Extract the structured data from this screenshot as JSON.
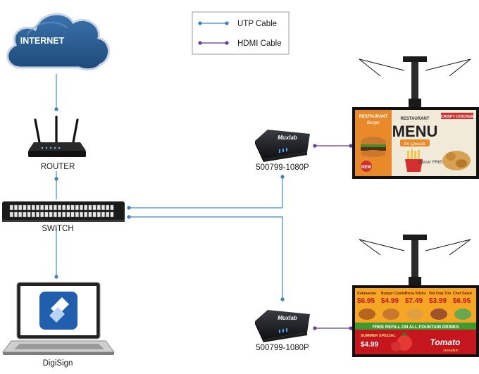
{
  "legend": {
    "utp": "UTP Cable",
    "hdmi": "HDMI Cable"
  },
  "colors": {
    "utp": "#5b9bd5",
    "hdmi": "#7d5aa6",
    "cloud": "#2d5f95"
  },
  "nodes": {
    "internet": "INTERNET",
    "router": "ROUTER",
    "switch": "SWITCH",
    "laptop": "DigiSign",
    "extender_top": "500799-1080P",
    "extender_bottom": "500799-1080P",
    "extender_brand": "Muxlab"
  },
  "screen_top": {
    "header_left": "RESTAURANT",
    "header_left_sub": "Burger",
    "title_top": "RESTAURANT",
    "title_main": "MENU",
    "title_sub": "for specials",
    "header_right": "CRISPY CHICKEN",
    "badge": "NEW",
    "item": "Classic FRIES"
  },
  "screen_bottom": {
    "items": [
      {
        "name": "Submarine",
        "price": "$6.95"
      },
      {
        "name": "Burger Combo",
        "price": "$4.99"
      },
      {
        "name": "Pizza Sticks",
        "price": "$7.49"
      },
      {
        "name": "Hot Dog Trio",
        "price": "$3.99"
      },
      {
        "name": "Chef Salad",
        "price": "$6.95"
      }
    ],
    "banner": "FREE REFILL ON ALL FOUNTAIN DRINKS",
    "promo_left": "SUMMER SPECIAL",
    "promo_price": "$4.99",
    "promo_right": "Tomato",
    "promo_right_sub": "sensation"
  }
}
